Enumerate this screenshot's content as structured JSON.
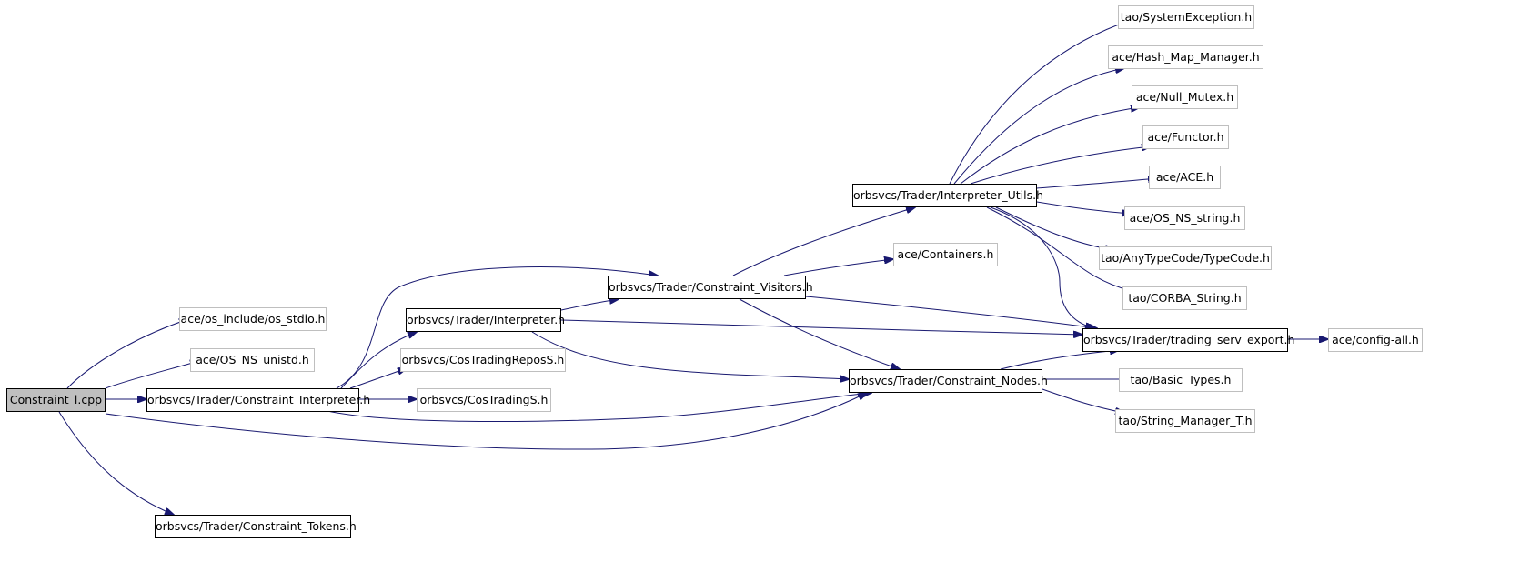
{
  "colors": {
    "edge": "#191970",
    "root_fill": "#bfbfbf",
    "documented_border": "#000000",
    "external_border": "#bfbfbf"
  },
  "nodes": [
    {
      "id": "constraint_l_cpp",
      "label": "Constraint_l.cpp",
      "kind": "root"
    },
    {
      "id": "os_stdio",
      "label": "ace/os_include/os_stdio.h",
      "kind": "external"
    },
    {
      "id": "os_ns_unistd",
      "label": "ace/OS_NS_unistd.h",
      "kind": "external"
    },
    {
      "id": "constraint_interpreter",
      "label": "orbsvcs/Trader/Constraint_Interpreter.h",
      "kind": "documented"
    },
    {
      "id": "constraint_tokens",
      "label": "orbsvcs/Trader/Constraint_Tokens.h",
      "kind": "documented"
    },
    {
      "id": "interpreter",
      "label": "orbsvcs/Trader/Interpreter.h",
      "kind": "documented"
    },
    {
      "id": "costradingreposs",
      "label": "orbsvcs/CosTradingReposS.h",
      "kind": "external"
    },
    {
      "id": "costradings",
      "label": "orbsvcs/CosTradingS.h",
      "kind": "external"
    },
    {
      "id": "constraint_visitors",
      "label": "orbsvcs/Trader/Constraint_Visitors.h",
      "kind": "documented"
    },
    {
      "id": "interpreter_utils",
      "label": "orbsvcs/Trader/Interpreter_Utils.h",
      "kind": "documented"
    },
    {
      "id": "containers",
      "label": "ace/Containers.h",
      "kind": "external"
    },
    {
      "id": "constraint_nodes",
      "label": "orbsvcs/Trader/Constraint_Nodes.h",
      "kind": "documented"
    },
    {
      "id": "trading_serv_export",
      "label": "orbsvcs/Trader/trading_serv_export.h",
      "kind": "documented"
    },
    {
      "id": "config_all",
      "label": "ace/config-all.h",
      "kind": "external"
    },
    {
      "id": "system_exception",
      "label": "tao/SystemException.h",
      "kind": "external"
    },
    {
      "id": "hash_map_manager",
      "label": "ace/Hash_Map_Manager.h",
      "kind": "external"
    },
    {
      "id": "null_mutex",
      "label": "ace/Null_Mutex.h",
      "kind": "external"
    },
    {
      "id": "functor",
      "label": "ace/Functor.h",
      "kind": "external"
    },
    {
      "id": "ace_h",
      "label": "ace/ACE.h",
      "kind": "external"
    },
    {
      "id": "os_ns_string",
      "label": "ace/OS_NS_string.h",
      "kind": "external"
    },
    {
      "id": "typecode",
      "label": "tao/AnyTypeCode/TypeCode.h",
      "kind": "external"
    },
    {
      "id": "corba_string",
      "label": "tao/CORBA_String.h",
      "kind": "external"
    },
    {
      "id": "basic_types",
      "label": "tao/Basic_Types.h",
      "kind": "external"
    },
    {
      "id": "string_manager_t",
      "label": "tao/String_Manager_T.h",
      "kind": "external"
    }
  ],
  "edges": [
    {
      "from": "constraint_l_cpp",
      "to": "os_stdio"
    },
    {
      "from": "constraint_l_cpp",
      "to": "os_ns_unistd"
    },
    {
      "from": "constraint_l_cpp",
      "to": "constraint_interpreter"
    },
    {
      "from": "constraint_l_cpp",
      "to": "constraint_tokens"
    },
    {
      "from": "constraint_l_cpp",
      "to": "constraint_nodes"
    },
    {
      "from": "constraint_interpreter",
      "to": "interpreter"
    },
    {
      "from": "constraint_interpreter",
      "to": "constraint_visitors"
    },
    {
      "from": "constraint_interpreter",
      "to": "costradingreposs"
    },
    {
      "from": "constraint_interpreter",
      "to": "costradings"
    },
    {
      "from": "constraint_interpreter",
      "to": "constraint_nodes"
    },
    {
      "from": "interpreter",
      "to": "constraint_visitors"
    },
    {
      "from": "interpreter",
      "to": "trading_serv_export"
    },
    {
      "from": "interpreter",
      "to": "constraint_nodes"
    },
    {
      "from": "constraint_visitors",
      "to": "interpreter_utils"
    },
    {
      "from": "constraint_visitors",
      "to": "containers"
    },
    {
      "from": "constraint_visitors",
      "to": "trading_serv_export"
    },
    {
      "from": "constraint_visitors",
      "to": "constraint_nodes"
    },
    {
      "from": "interpreter_utils",
      "to": "system_exception"
    },
    {
      "from": "interpreter_utils",
      "to": "hash_map_manager"
    },
    {
      "from": "interpreter_utils",
      "to": "null_mutex"
    },
    {
      "from": "interpreter_utils",
      "to": "functor"
    },
    {
      "from": "interpreter_utils",
      "to": "ace_h"
    },
    {
      "from": "interpreter_utils",
      "to": "os_ns_string"
    },
    {
      "from": "interpreter_utils",
      "to": "typecode"
    },
    {
      "from": "interpreter_utils",
      "to": "corba_string"
    },
    {
      "from": "interpreter_utils",
      "to": "trading_serv_export"
    },
    {
      "from": "constraint_nodes",
      "to": "trading_serv_export"
    },
    {
      "from": "constraint_nodes",
      "to": "basic_types"
    },
    {
      "from": "constraint_nodes",
      "to": "string_manager_t"
    },
    {
      "from": "trading_serv_export",
      "to": "config_all"
    }
  ]
}
